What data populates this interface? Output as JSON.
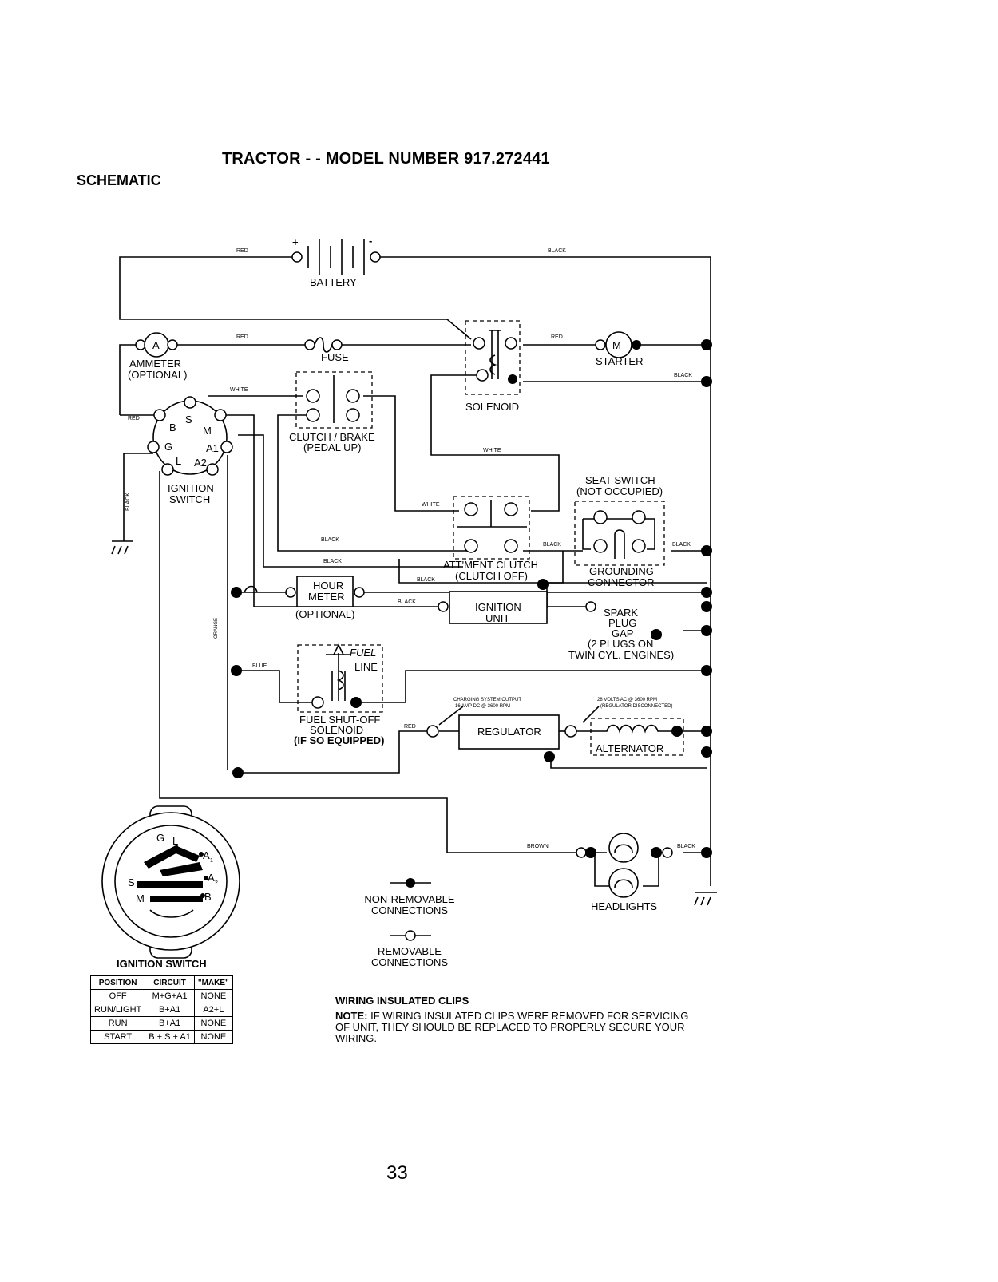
{
  "header": {
    "title": "TRACTOR - - MODEL NUMBER 917.272441",
    "section": "SCHEMATIC"
  },
  "components": {
    "battery": "BATTERY",
    "battery_plus": "+",
    "battery_minus": "-",
    "ammeter_letter": "A",
    "ammeter": "AMMETER",
    "ammeter_optional": "(OPTIONAL)",
    "fuse": "FUSE",
    "starter_letter": "M",
    "starter": "STARTER",
    "solenoid": "SOLENOID",
    "clutch_brake_1": "CLUTCH / BRAKE",
    "clutch_brake_2": "(PEDAL UP)",
    "seat_switch_1": "SEAT SWITCH",
    "seat_switch_2": "(NOT OCCUPIED)",
    "grounding_1": "GROUNDING",
    "grounding_2": "CONNECTOR",
    "attment_clutch_1": "ATT'MENT CLUTCH",
    "attment_clutch_2": "(CLUTCH OFF)",
    "hour_meter_1": "HOUR",
    "hour_meter_2": "METER",
    "hour_meter_3": "(OPTIONAL)",
    "ignition_switch_1": "IGNITION",
    "ignition_switch_2": "SWITCH",
    "ignition_unit_1": "IGNITION",
    "ignition_unit_2": "UNIT",
    "spark_1": "SPARK",
    "spark_2": "PLUG",
    "spark_3": "GAP",
    "spark_4": "(2 PLUGS ON",
    "spark_5": "TWIN CYL. ENGINES)",
    "fuel_line_1": "FUEL",
    "fuel_line_2": "LINE",
    "fuel_sol_1": "FUEL SHUT-OFF",
    "fuel_sol_2": "SOLENOID",
    "fuel_sol_3": "(IF SO EQUIPPED)",
    "regulator": "REGULATOR",
    "alternator": "ALTERNATOR",
    "charging_1": "CHARGING SYSTEM OUTPUT",
    "charging_2": "16 AMP DC @ 3600 RPM",
    "volts_1": "28 VOLTS AC @ 3600 RPM",
    "volts_2": "(REGULATOR DISCONNECTED)",
    "headlights": "HEADLIGHTS"
  },
  "terminals": {
    "s": "S",
    "b": "B",
    "m": "M",
    "g": "G",
    "a1": "A1",
    "l": "L",
    "a2": "A2"
  },
  "wire_labels": {
    "red": "RED",
    "black": "BLACK",
    "white": "WHITE",
    "orange": "ORANGE",
    "blue": "BLUE",
    "brown": "BROWN"
  },
  "ignition_switch_face": {
    "g": "G",
    "l": "L",
    "a1": "A",
    "a1_sub": "1",
    "a2": "A",
    "a2_sub": "2",
    "s": "S",
    "m": "M",
    "b": "B"
  },
  "ignition_table": {
    "title": "IGNITION SWITCH",
    "headers": [
      "POSITION",
      "CIRCUIT",
      "\"MAKE\""
    ],
    "rows": [
      [
        "OFF",
        "M+G+A1",
        "NONE"
      ],
      [
        "RUN/LIGHT",
        "B+A1",
        "A2+L"
      ],
      [
        "RUN",
        "B+A1",
        "NONE"
      ],
      [
        "START",
        "B + S + A1",
        "NONE"
      ]
    ]
  },
  "legend": {
    "non_removable_1": "NON-REMOVABLE",
    "non_removable_2": "CONNECTIONS",
    "removable_1": "REMOVABLE",
    "removable_2": "CONNECTIONS"
  },
  "notes": {
    "clips_title": "WIRING INSULATED CLIPS",
    "note_label": "NOTE:",
    "note_text": "IF WIRING INSULATED CLIPS WERE REMOVED FOR SERVICING OF UNIT, THEY SHOULD BE REPLACED TO PROPERLY SECURE YOUR WIRING."
  },
  "page_number": "33"
}
